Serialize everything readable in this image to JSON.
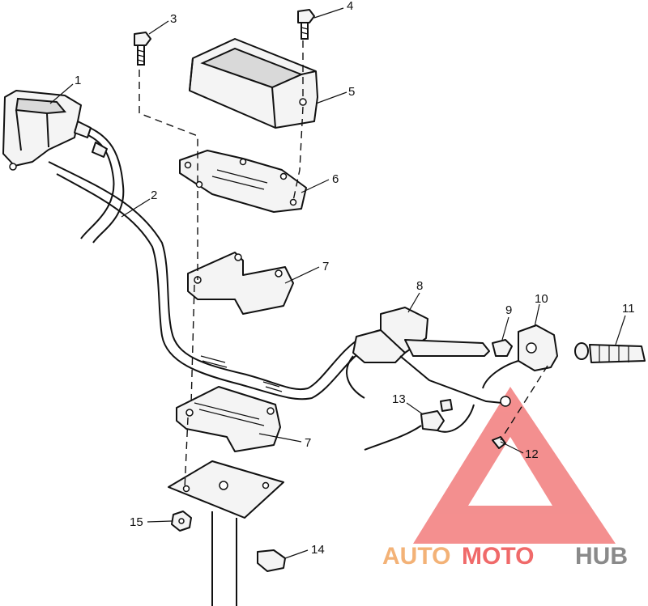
{
  "callouts": [
    {
      "id": "1",
      "label": "1"
    },
    {
      "id": "2",
      "label": "2"
    },
    {
      "id": "3",
      "label": "3"
    },
    {
      "id": "4",
      "label": "4"
    },
    {
      "id": "5",
      "label": "5"
    },
    {
      "id": "6",
      "label": "6"
    },
    {
      "id": "7a",
      "label": "7"
    },
    {
      "id": "7b",
      "label": "7"
    },
    {
      "id": "8",
      "label": "8"
    },
    {
      "id": "9",
      "label": "9"
    },
    {
      "id": "10",
      "label": "10"
    },
    {
      "id": "11",
      "label": "11"
    },
    {
      "id": "12",
      "label": "12"
    },
    {
      "id": "13",
      "label": "13"
    },
    {
      "id": "14",
      "label": "14"
    },
    {
      "id": "15",
      "label": "15"
    }
  ],
  "watermark": {
    "part1": "AUTO",
    "part2": "MOTO",
    "part3": "HUB",
    "color_orange": "#f3b277",
    "color_red": "#f06a6a",
    "color_gray": "#8a8a8a",
    "icon": "triangle-logo-icon"
  }
}
